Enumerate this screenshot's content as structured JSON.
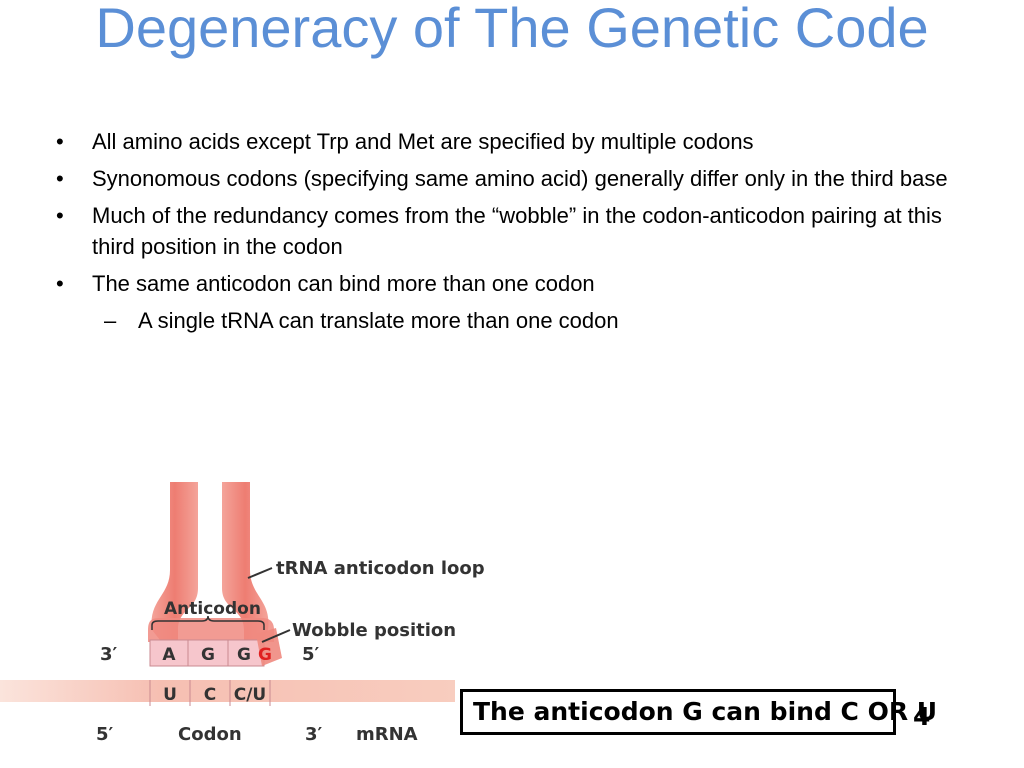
{
  "slide": {
    "title": "Degeneracy of The Genetic Code",
    "bullets": [
      {
        "marker": "•",
        "text": "All amino acids except Trp and Met are specified by multiple codons"
      },
      {
        "marker": "•",
        "text": "Synonomous codons (specifying same amino acid) generally differ only in the third base"
      },
      {
        "marker": "•",
        "text": "Much of the redundancy comes from the “wobble” in the codon-anticodon pairing at this third position in the codon"
      },
      {
        "marker": "•",
        "text": "The same anticodon can bind more than one codon"
      },
      {
        "marker": "–",
        "text": "A single tRNA can translate more than one codon"
      }
    ],
    "caption": "The anticodon G can bind C OR U",
    "page_number": "4"
  },
  "figure": {
    "labels": {
      "loop": "tRNA anticodon loop",
      "anticodon": "Anticodon",
      "wobble": "Wobble position",
      "codon": "Codon",
      "mrna": "mRNA",
      "top_3prime": "3′",
      "top_5prime": "5′",
      "bottom_5prime": "5′",
      "bottom_3prime": "3′"
    },
    "anticodon_bases": [
      "A",
      "G",
      "G"
    ],
    "wobble_base": "G",
    "codon_bases": [
      "U",
      "C",
      "C/U"
    ],
    "colors": {
      "trna": "#f08a80",
      "trna_box": "#f6c6cc",
      "mrna": "#f8c9bd",
      "wobble_red": "#e02020",
      "title_blue": "#5b8fd6"
    }
  }
}
